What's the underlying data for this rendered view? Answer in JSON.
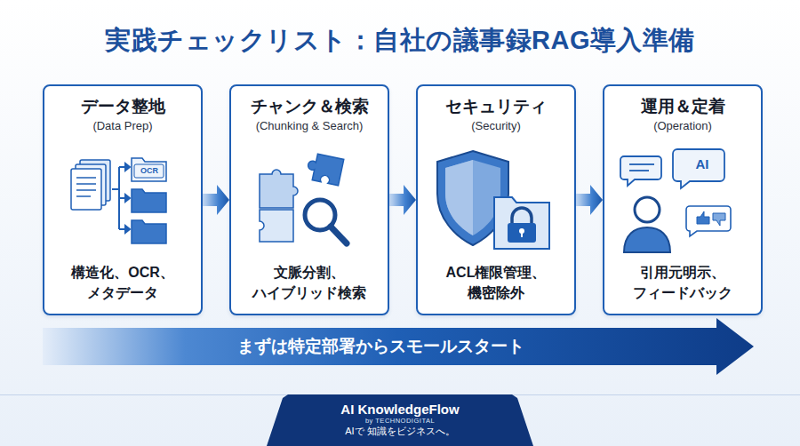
{
  "diagram": {
    "title": "実践チェックリスト：自社の議事録RAG導入準備",
    "nodes": [
      {
        "text": [
          "データ整地",
          "(Data Prep)",
          "構造化、OCR、 メタデータ"
        ]
      },
      {
        "text": [
          "チャンク＆検索",
          "(Chunking & Search)",
          "文脈分割、 ハイブリッド検索"
        ]
      },
      {
        "text": [
          "セキュリティ",
          "(Security)",
          "ACL権限管理、 機密除外"
        ]
      },
      {
        "text": [
          "運用＆定着",
          "(Operation)",
          "引用元明示、 フィードバック"
        ]
      },
      {
        "text": [
          "まずは特定部署からスモールスタート"
        ]
      },
      {
        "text": [
          "AI KnowledgeFlow",
          "by TECHNODIGITAL",
          "AIで 知識をビジネスへ。"
        ]
      }
    ],
    "edges": [
      {
        "from": 0,
        "to": 1,
        "arrow": "to"
      },
      {
        "from": 1,
        "to": 2,
        "arrow": "to"
      },
      {
        "from": 2,
        "to": 3,
        "arrow": "to"
      }
    ],
    "labels": [
      "OCR",
      "AI"
    ]
  }
}
